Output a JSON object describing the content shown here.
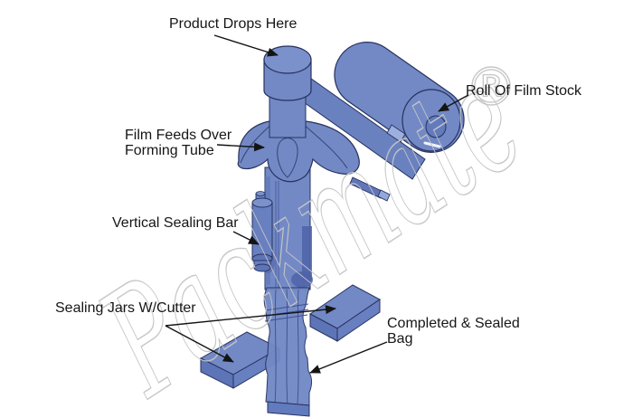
{
  "labels": {
    "product_drops_here": "Product Drops Here",
    "roll_of_film_stock": "Roll Of Film Stock",
    "film_feeds_line1": "Film Feeds Over",
    "film_feeds_line2": "Forming Tube",
    "vertical_sealing_bar": "Vertical Sealing Bar",
    "sealing_jars": "Sealing Jars W/Cutter",
    "completed_bag_line1": "Completed & Sealed",
    "completed_bag_line2": "Bag"
  },
  "watermark": {
    "text": "Packmate",
    "symbol": "®"
  },
  "colors": {
    "machine_fill": "#7289c5",
    "machine_light": "#7b91cb",
    "machine_mid": "#687fc0",
    "machine_shade": "#5d74b6",
    "machine_dark": "#4d63a8",
    "outline": "#26325f",
    "arrow": "#141414",
    "label_text": "#161616",
    "watermark_stroke": "#c6c6c6",
    "background": "#ffffff"
  }
}
